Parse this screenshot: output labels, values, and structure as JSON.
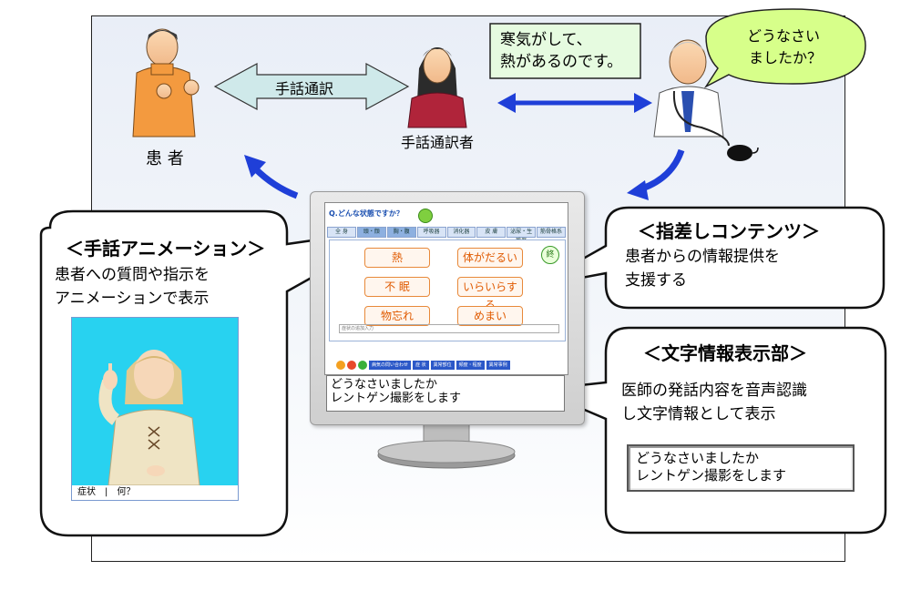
{
  "diagram": {
    "patient_label": "患 者",
    "interpreter_label": "手話通訳者",
    "sign_interpret_label": "手話通訳",
    "patient_box_text": [
      "寒気がして、",
      "熱があるのです。"
    ],
    "doctor_speech": [
      "どうなさい",
      "ましたか？"
    ]
  },
  "callouts": {
    "sign_animation": {
      "title": "＜手話アニメーション＞",
      "body": [
        "患者への質問や指示を",
        "アニメーションで表示"
      ],
      "caption": "症状　|　何？"
    },
    "pointing_contents": {
      "title": "＜指差しコンテンツ＞",
      "body": [
        "患者からの情報提供を",
        "支援する"
      ]
    },
    "text_display": {
      "title": "＜文字情報表示部＞",
      "body": [
        "医師の発話内容を音声認識",
        "し文字情報として表示"
      ],
      "box": [
        "どうなさいましたか",
        "レントゲン撮影をします"
      ]
    }
  },
  "screen": {
    "header": "Q.どんな状態ですか？",
    "tabs": [
      "全 身",
      "頭・顔",
      "胸・腹",
      "呼吸器",
      "消化器",
      "皮 膚",
      "泌尿・生殖器",
      "筋骨格系"
    ],
    "end_button": "終",
    "symptoms": [
      "熱",
      "体がだるい",
      "不 眠",
      "いらいらする",
      "物忘れ",
      "めまい"
    ],
    "input_placeholder": "症状の追加入力",
    "footer": [
      "病気の問い合わせ",
      "症 状",
      "異常部位",
      "頻度・程度",
      "異常事例"
    ],
    "textbox": [
      "どうなさいましたか",
      "レントゲン撮影をします"
    ]
  },
  "colors": {
    "arrow_blue": "#1f3fd8",
    "sign_arrow_fill": "#cfe9ea",
    "bubble_border": "#000000",
    "symptom_orange": "#e05a00",
    "anim_bg": "#28d2f0"
  }
}
